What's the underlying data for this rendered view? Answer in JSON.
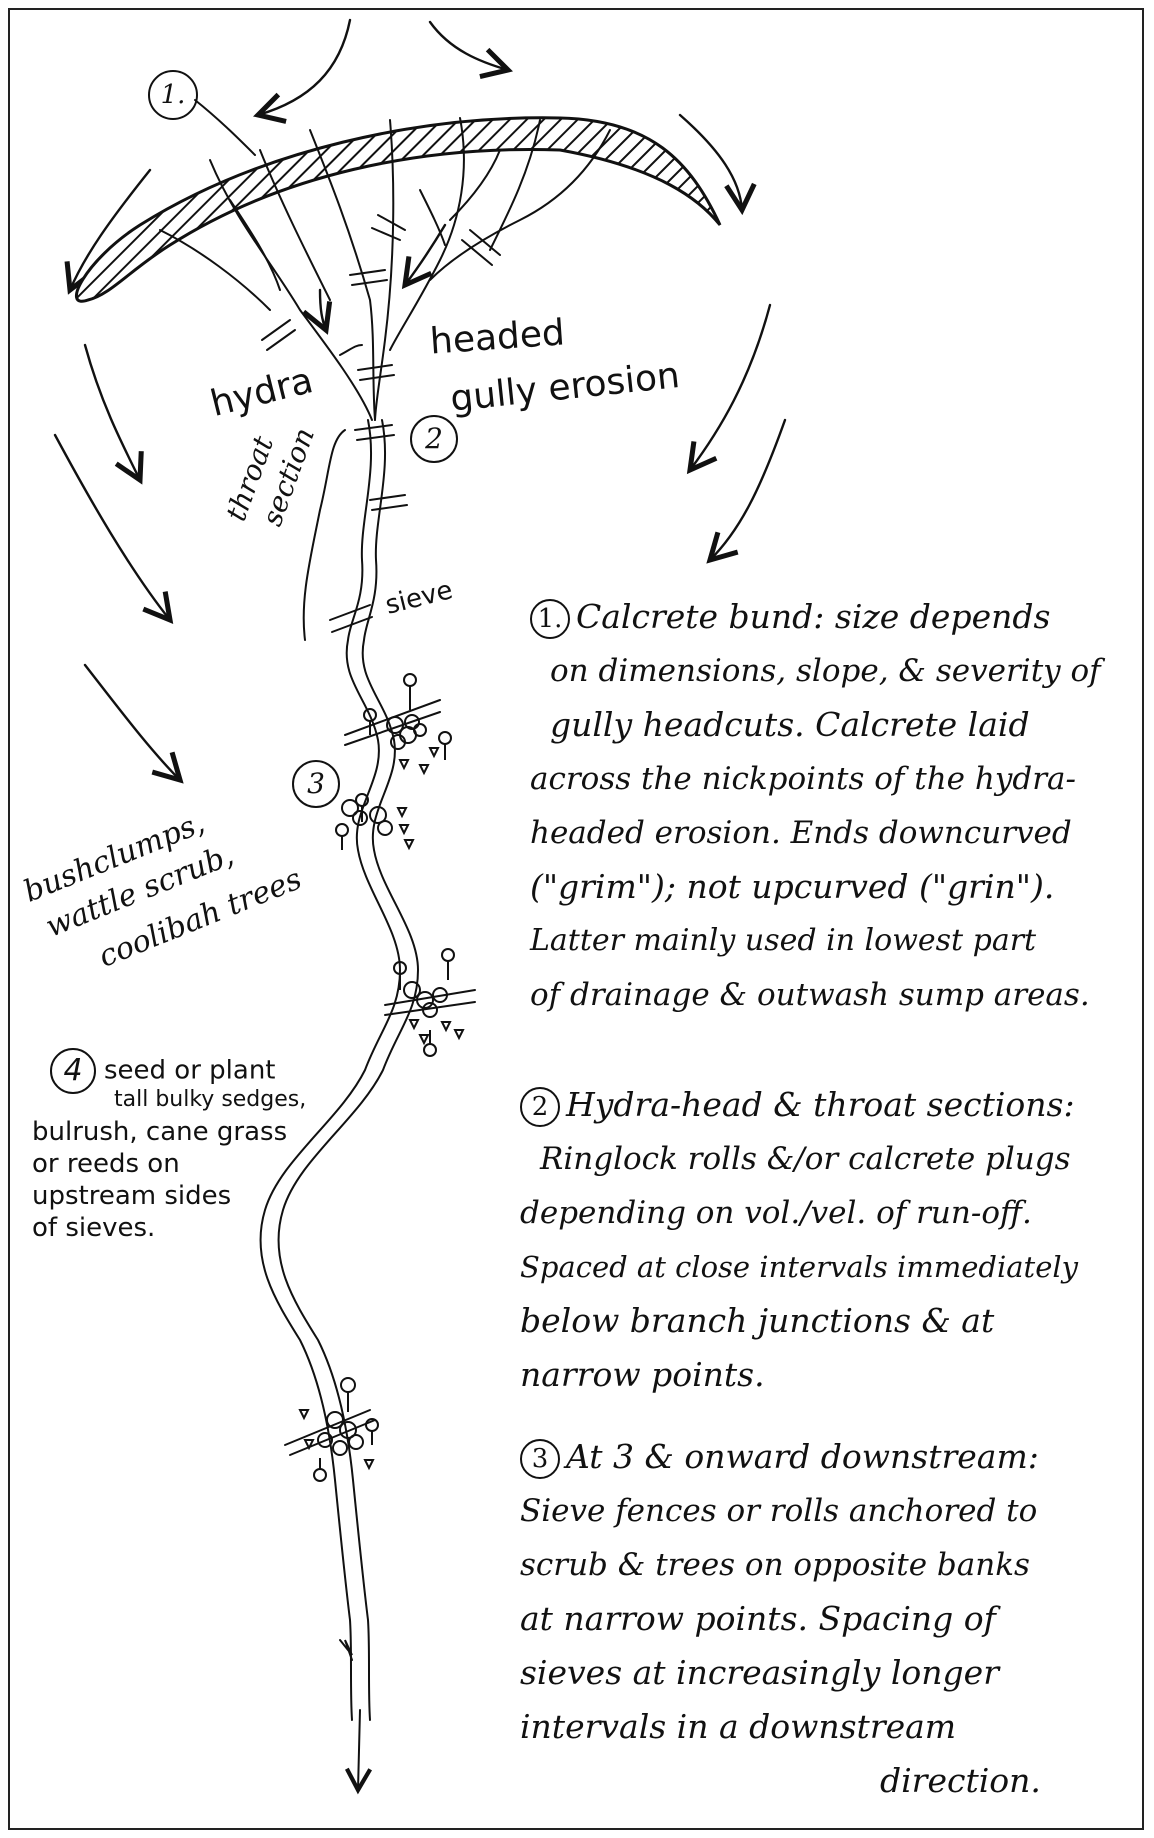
{
  "labels": {
    "marker_1": "1.",
    "marker_2": "2",
    "marker_3": "3",
    "headed": "headed",
    "gully_erosion": "gully erosion",
    "hydra": "hydra",
    "throat": "throat",
    "section": "section",
    "sieve": "sieve",
    "bushclumps": "bushclumps,",
    "wattle_scrub": "wattle scrub,",
    "coolibah_trees": "coolibah trees"
  },
  "note4": {
    "number": "4",
    "lines": [
      "seed or plant",
      "tall bulky sedges,",
      "bulrush, cane grass",
      "or reeds on",
      "upstream sides",
      "of sieves."
    ]
  },
  "notes": [
    {
      "number": "1.",
      "lines": [
        "Calcrete bund: size depends",
        "on dimensions, slope, & severity of",
        "gully headcuts. Calcrete laid",
        "across the nickpoints of the hydra-",
        "headed erosion. Ends downcurved",
        "(\"grim\"); not upcurved (\"grin\").",
        "Latter mainly used in lowest part",
        "of drainage & outwash sump areas."
      ]
    },
    {
      "number": "2",
      "lines": [
        "Hydra-head & throat sections:",
        "Ringlock rolls &/or calcrete plugs",
        "depending on vol./vel. of run-off.",
        "Spaced at close intervals immediately",
        "below branch junctions & at",
        "narrow points."
      ]
    },
    {
      "number": "3",
      "lines": [
        "At 3 & onward downstream:",
        "Sieve fences or rolls anchored to",
        "scrub & trees on opposite banks",
        "at narrow points. Spacing of",
        "sieves at increasingly longer",
        "intervals in a downstream",
        "direction."
      ]
    }
  ]
}
